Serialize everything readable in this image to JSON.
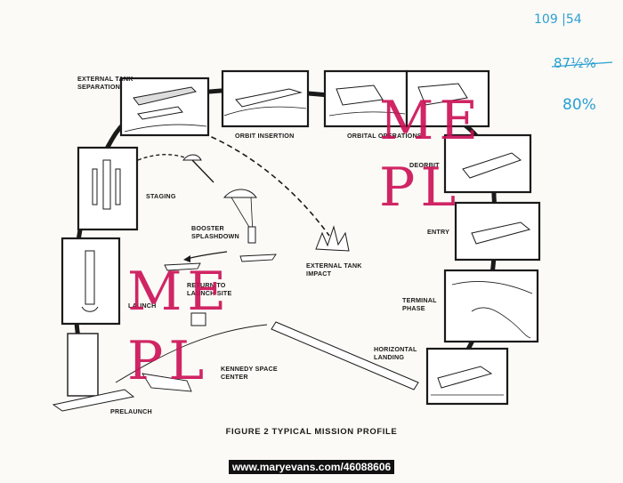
{
  "labels": {
    "external_tank_separation": "EXTERNAL TANK\nSEPARATION",
    "orbit_insertion": "ORBIT INSERTION",
    "orbital_operations": "ORBITAL OPERATIONS",
    "deorbit": "DEORBIT",
    "staging": "STAGING",
    "booster_splashdown": "BOOSTER\nSPLASHDOWN",
    "external_tank_impact": "EXTERNAL TANK\nIMPACT",
    "entry": "ENTRY",
    "return_to_launch_site": "RETURN TO\nLAUNCH SITE",
    "launch": "LAUNCH",
    "terminal_phase": "TERMINAL\nPHASE",
    "horizontal_landing": "HORIZONTAL\nLANDING",
    "kennedy_space_center": "KENNEDY SPACE\nCENTER",
    "prelaunch": "PRELAUNCH"
  },
  "caption": "FIGURE 2 TYPICAL MISSION PROFILE",
  "handwriting": {
    "ref": "109 |54",
    "crossed": "87½%",
    "percent": "80%"
  },
  "watermark": {
    "line1": "ME",
    "line2": "PL"
  },
  "url": "www.maryevans.com/46088606",
  "colors": {
    "ink": "#1a1a1a",
    "watermark": "#cc0f55",
    "handwriting": "#2a9fd4",
    "paper": "#fbfaf6"
  }
}
